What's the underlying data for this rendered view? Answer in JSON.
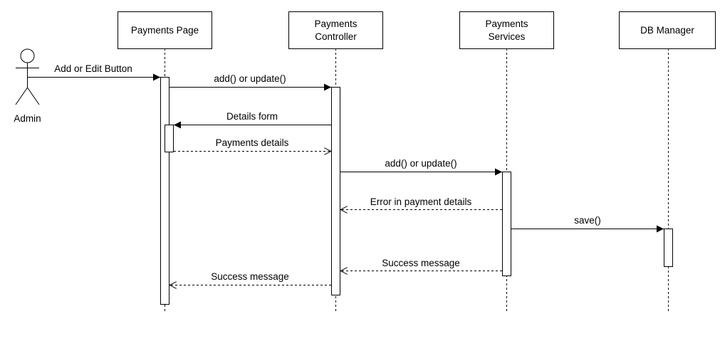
{
  "diagram": {
    "actor": {
      "label": "Admin"
    },
    "participants": [
      {
        "id": "page",
        "lines": [
          "Payments Page"
        ]
      },
      {
        "id": "controller",
        "lines": [
          "Payments",
          "Controller"
        ]
      },
      {
        "id": "services",
        "lines": [
          "Payments",
          "Services"
        ]
      },
      {
        "id": "db",
        "lines": [
          "DB Manager"
        ]
      }
    ],
    "messages": [
      {
        "label": "Add or Edit Button",
        "style": "sync"
      },
      {
        "label": "add() or update()",
        "style": "sync"
      },
      {
        "label": "Details form",
        "style": "sync"
      },
      {
        "label": "Payments details",
        "style": "return"
      },
      {
        "label": "add() or update()",
        "style": "sync"
      },
      {
        "label": "Error in payment details",
        "style": "return"
      },
      {
        "label": "save()",
        "style": "sync"
      },
      {
        "label": "Success message",
        "style": "return"
      },
      {
        "label": "Success message",
        "style": "return"
      }
    ]
  }
}
